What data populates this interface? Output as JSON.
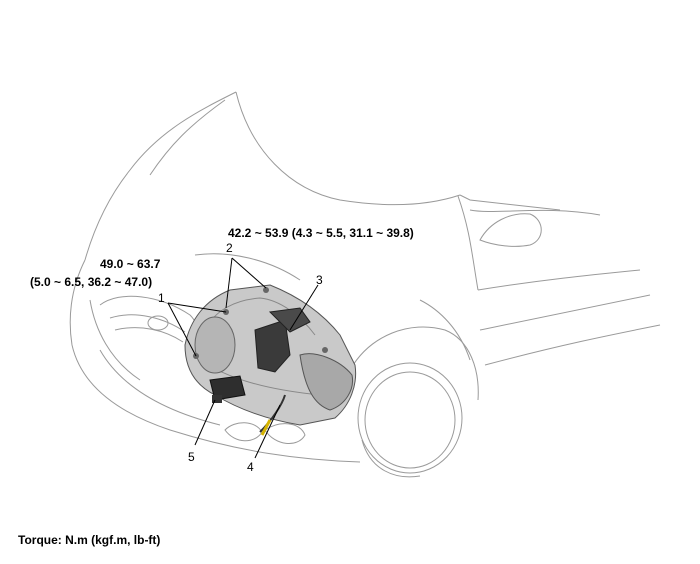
{
  "torques": {
    "mount_upper": "42.2 ~ 53.9 (4.3 ~ 5.5, 31.1 ~ 39.8)",
    "mount_front_line1": "49.0 ~ 63.7",
    "mount_front_line2": "(5.0 ~ 6.5, 36.2 ~ 47.0)"
  },
  "callouts": [
    "1",
    "2",
    "3",
    "4",
    "5"
  ],
  "footer": "Torque: N.m (kgf.m, lb-ft)"
}
